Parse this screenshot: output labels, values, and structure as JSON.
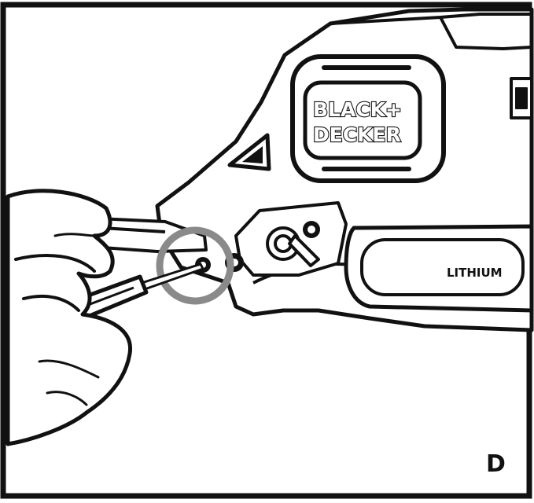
{
  "figure": {
    "brand_line1": "BLACK+",
    "brand_line2": "DECKER",
    "battery_label": "LITHIUM",
    "step_label": "D"
  },
  "colors": {
    "ink": "#111111",
    "highlight_ring": "#8a8a8a",
    "paper": "#ffffff"
  }
}
